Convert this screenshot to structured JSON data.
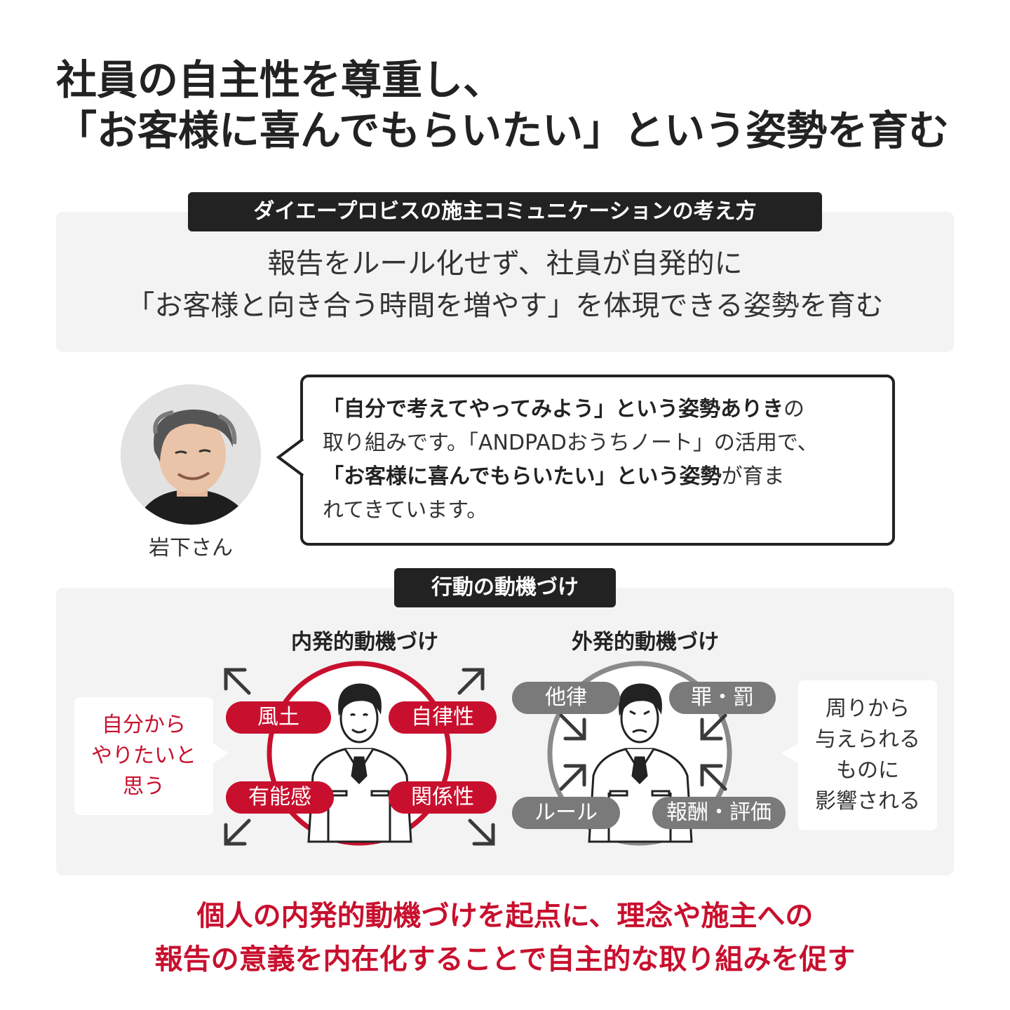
{
  "title": {
    "line1": "社員の自主性を尊重し、",
    "line2": "「お客様に喜んでもらいたい」という姿勢を育む"
  },
  "philosophy": {
    "tag": "ダイエープロビスの施主コミュニケーションの考え方",
    "line1": "報告をルール化せず、社員が自発的に",
    "line2": "「お客様と向き合う時間を増やす」を体現できる姿勢を育む"
  },
  "quote": {
    "person_name": "岩下さん",
    "l1_bold": "「自分で考えてやってみよう」という姿勢ありき",
    "l1_rest": "の",
    "l2": "取り組みです。「ANDPADおうちノート」の活用で、",
    "l3_bold": "「お客様に喜んでもらいたい」という姿勢",
    "l3_rest": "が育ま",
    "l4": "れてきています。"
  },
  "motivation": {
    "tag": "行動の動機づけ",
    "intrinsic": {
      "heading": "内発的動機づけ",
      "pills": [
        "風土",
        "自律性",
        "有能感",
        "関係性"
      ],
      "side_lines": [
        "自分から",
        "やりたいと",
        "思う"
      ]
    },
    "extrinsic": {
      "heading": "外発的動機づけ",
      "pills": [
        "他律",
        "罪・罰",
        "ルール",
        "報酬・評価"
      ],
      "side_lines": [
        "周りから",
        "与えられる",
        "ものに",
        "影響される"
      ]
    }
  },
  "conclusion": {
    "line1": "個人の内発的動機づけを起点に、理念や施主への",
    "line2": "報告の意義を内在化することで自主的な取り組みを促す"
  },
  "colors": {
    "accent_red": "#c8102e",
    "dark": "#222222",
    "panel_gray": "#f3f3f3",
    "pill_gray": "#7a7a7a"
  },
  "icons": {
    "person_photo": "avatar",
    "worker_smiling": "worker-smiling-icon",
    "worker_frowning": "worker-frowning-icon",
    "outward_arrows": "arrow-outward-icon",
    "inward_arrows": "arrow-inward-icon"
  }
}
